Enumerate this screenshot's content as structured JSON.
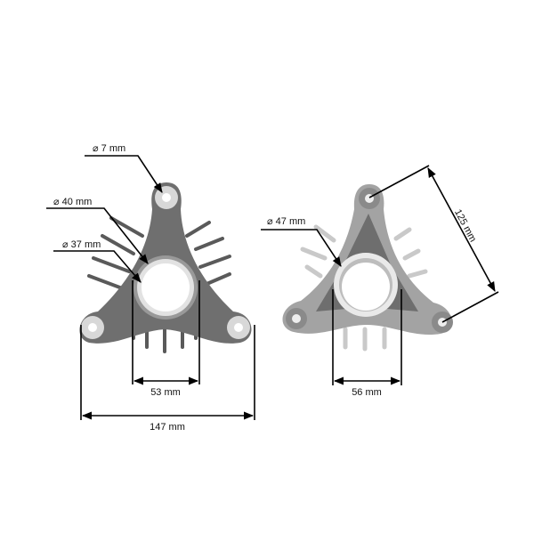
{
  "colors": {
    "left_part": "#6f6f6f",
    "right_part": "#a3a3a3",
    "ring": "#e2e2e2",
    "dimension_line": "#000000"
  },
  "left_view": {
    "labels": {
      "mount_hole": "⌀ 7 mm",
      "outer_bore": "⌀ 40 mm",
      "inner_bore": "⌀ 37 mm",
      "hub_width": "53 mm",
      "overall_width": "147 mm"
    }
  },
  "right_view": {
    "labels": {
      "ring_diameter": "⌀ 47 mm",
      "hub_width": "56 mm",
      "hole_spacing": "125 mm"
    }
  }
}
